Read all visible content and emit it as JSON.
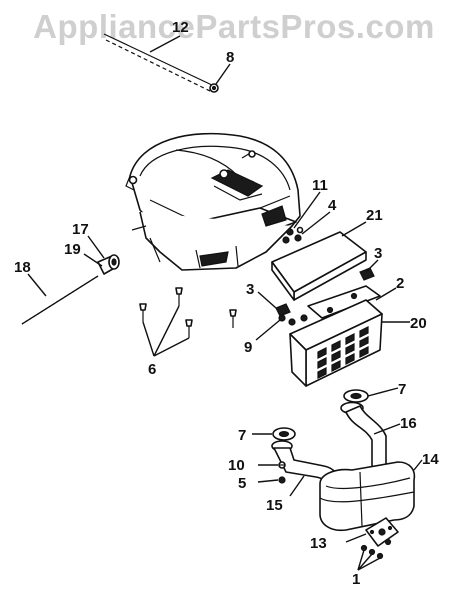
{
  "watermark": {
    "text": "AppliancePartsPros.com",
    "color": "#cfcfcf"
  },
  "callouts": [
    {
      "id": "c12",
      "label": "12"
    },
    {
      "id": "c8",
      "label": "8"
    },
    {
      "id": "c11",
      "label": "11"
    },
    {
      "id": "c4",
      "label": "4"
    },
    {
      "id": "c21",
      "label": "21"
    },
    {
      "id": "c17",
      "label": "17"
    },
    {
      "id": "c19",
      "label": "19"
    },
    {
      "id": "c18",
      "label": "18"
    },
    {
      "id": "c3a",
      "label": "3"
    },
    {
      "id": "c3b",
      "label": "3"
    },
    {
      "id": "c2",
      "label": "2"
    },
    {
      "id": "c20",
      "label": "20"
    },
    {
      "id": "c9",
      "label": "9"
    },
    {
      "id": "c6",
      "label": "6"
    },
    {
      "id": "c7a",
      "label": "7"
    },
    {
      "id": "c7b",
      "label": "7"
    },
    {
      "id": "c16",
      "label": "16"
    },
    {
      "id": "c14",
      "label": "14"
    },
    {
      "id": "c10",
      "label": "10"
    },
    {
      "id": "c5",
      "label": "5"
    },
    {
      "id": "c15",
      "label": "15"
    },
    {
      "id": "c13",
      "label": "13"
    },
    {
      "id": "c1",
      "label": "1"
    }
  ]
}
